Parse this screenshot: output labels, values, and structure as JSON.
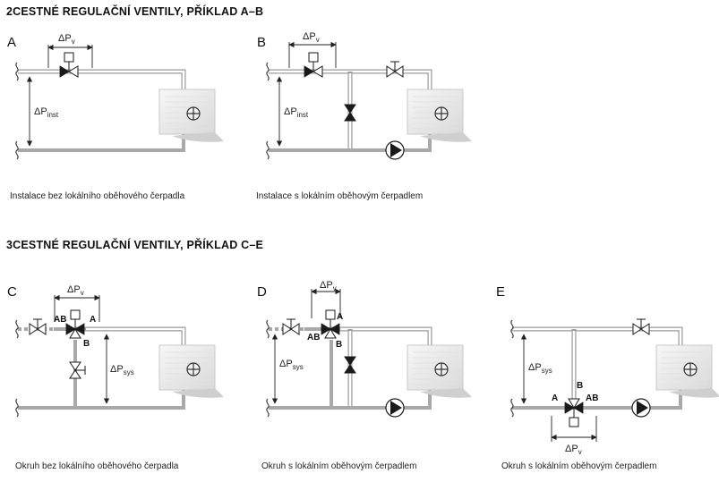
{
  "sections": {
    "ab_title": "2CESTNÉ REGULAČNÍ VENTILY, PŘÍKLAD A–B",
    "ce_title": "3CESTNÉ REGULAČNÍ VENTILY, PŘÍKLAD C–E"
  },
  "diagrams": {
    "a": {
      "letter": "A",
      "dp_v": "ΔP",
      "dp_v_sub": "v",
      "dp_main": "ΔP",
      "dp_main_sub": "inst",
      "caption": "Instalace bez lokálního oběhového čerpadla"
    },
    "b": {
      "letter": "B",
      "dp_v": "ΔP",
      "dp_v_sub": "v",
      "dp_main": "ΔP",
      "dp_main_sub": "inst",
      "caption": "Instalace s lokálním oběhovým čerpadlem"
    },
    "c": {
      "letter": "C",
      "dp_v": "ΔP",
      "dp_v_sub": "v",
      "dp_main": "ΔP",
      "dp_main_sub": "sys",
      "port_ab": "AB",
      "port_a": "A",
      "port_b": "B",
      "caption": "Okruh bez lokálního oběhového čerpadla"
    },
    "d": {
      "letter": "D",
      "dp_v": "ΔP",
      "dp_v_sub": "v",
      "dp_main": "ΔP",
      "dp_main_sub": "sys",
      "port_ab": "AB",
      "port_a": "A",
      "port_b": "B",
      "caption": "Okruh s lokálním oběhovým čerpadlem"
    },
    "e": {
      "letter": "E",
      "dp_v": "ΔP",
      "dp_v_sub": "v",
      "dp_main": "ΔP",
      "dp_main_sub": "sys",
      "port_ab": "AB",
      "port_a": "A",
      "port_b": "B",
      "caption": "Okruh s lokálním oběhovým čerpadlem"
    }
  },
  "colors": {
    "pipe": "#a9a9a9",
    "line": "#222222",
    "unit_face": "#ededed"
  }
}
